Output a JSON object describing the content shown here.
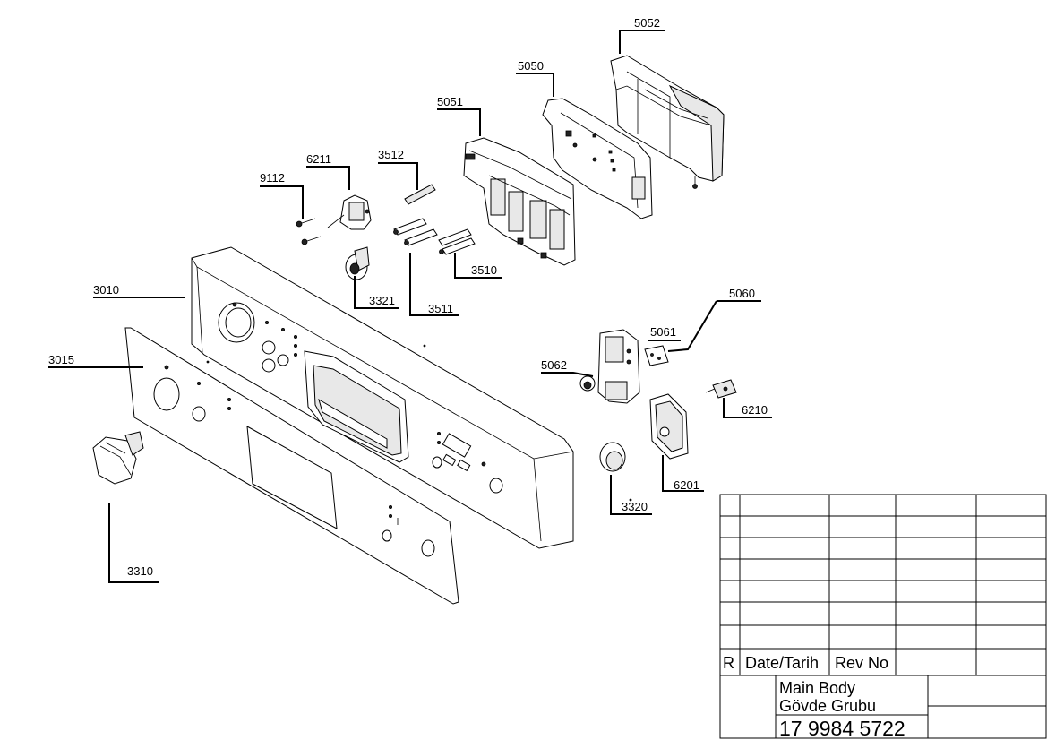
{
  "labels": {
    "l5052": "5052",
    "l5050": "5050",
    "l5051": "5051",
    "l6211": "6211",
    "l3512": "3512",
    "l9112": "9112",
    "l3510": "3510",
    "l3321": "3321",
    "l3511": "3511",
    "l3010": "3010",
    "l3015": "3015",
    "l5060": "5060",
    "l5061": "5061",
    "l5062": "5062",
    "l6210": "6210",
    "l6201": "6201",
    "l3320": "3320",
    "l3310": "3310"
  },
  "title_block": {
    "revision_col": "R",
    "date_col": "Date/Tarih",
    "rev_no_col": "Rev No",
    "description_line1": "Main Body",
    "description_line2": "Gövde Grubu",
    "part_number": "17 9984 5722"
  }
}
